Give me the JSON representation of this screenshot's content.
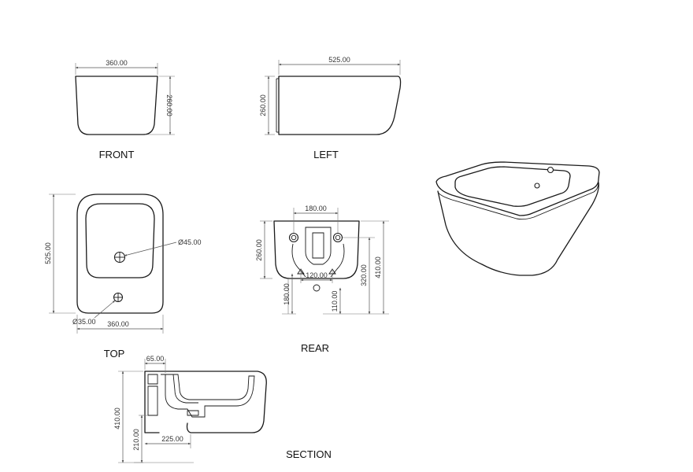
{
  "views": {
    "front": "FRONT",
    "left": "LEFT",
    "top": "TOP",
    "rear": "REAR",
    "section": "SECTION"
  },
  "dimensions": {
    "front_width": "360.00",
    "front_height": "260.00",
    "left_length": "525.00",
    "left_height": "260.00",
    "top_length": "525.00",
    "top_width": "360.00",
    "top_tap_hole": "Ø45.00",
    "top_waste_hole": "Ø35.00",
    "rear_bolt_spacing": "180.00",
    "rear_pipe_spacing": "120.00",
    "rear_height": "260.00",
    "rear_total_height": "410.00",
    "rear_bolt_height": "320.00",
    "rear_supply_height": "180.00",
    "rear_waste_height": "110.00",
    "section_offset": "65.00",
    "section_height": "410.00",
    "section_lower": "210.00",
    "section_depth": "225.00"
  }
}
